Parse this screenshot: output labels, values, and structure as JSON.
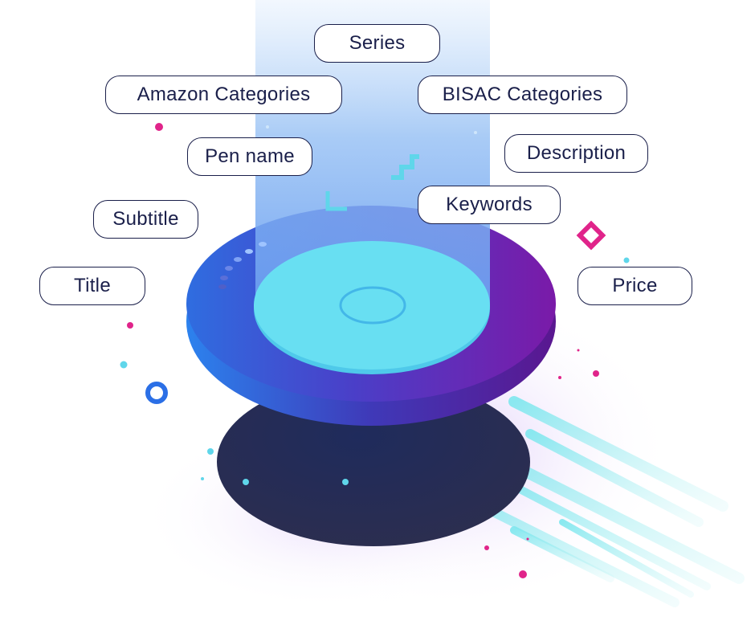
{
  "labels": {
    "series": "Series",
    "amazon_categories": "Amazon Categories",
    "bisac_categories": "BISAC Categories",
    "pen_name": "Pen name",
    "description": "Description",
    "keywords": "Keywords",
    "subtitle": "Subtitle",
    "title": "Title",
    "price": "Price"
  },
  "colors": {
    "pill_border": "#1a1f4a",
    "pill_text": "#1a1f4a",
    "beam": "#6aa8f0",
    "disc_top": "#68dff2",
    "ring_blue": "#2b6fe6",
    "ring_purple": "#7a1aa8",
    "shadow_disc": "#2a2d52",
    "accent_pink": "#e0248a",
    "accent_cyan": "#5fd6ea"
  }
}
